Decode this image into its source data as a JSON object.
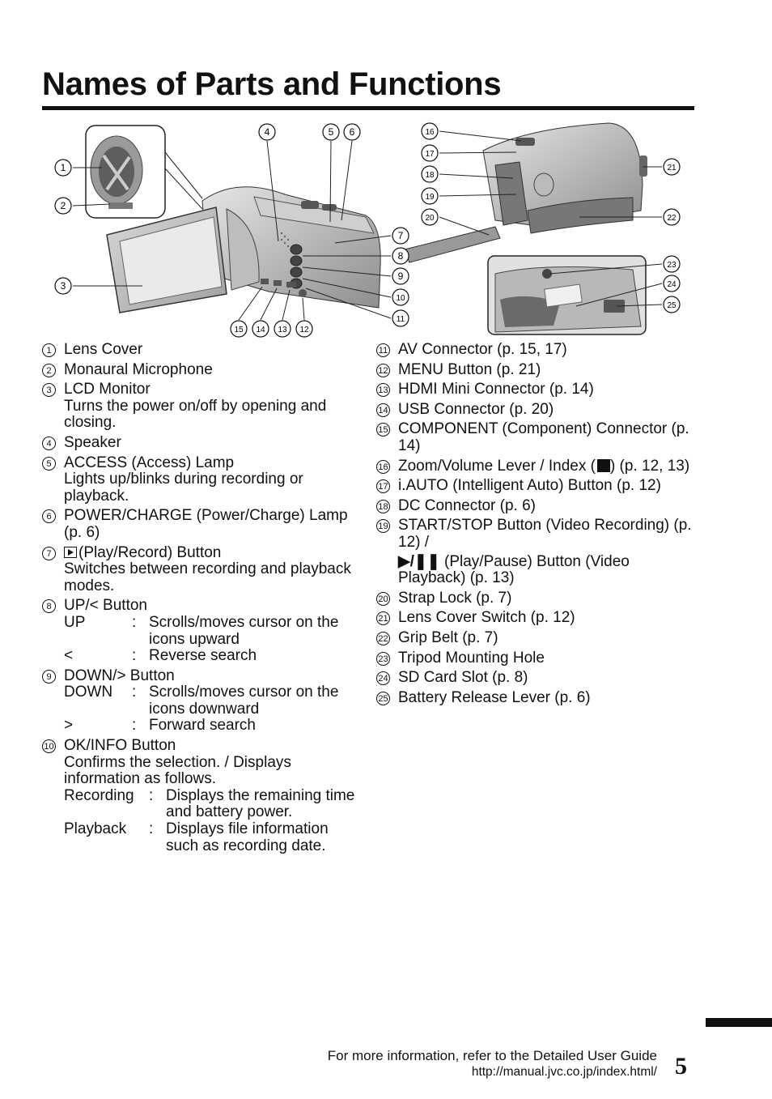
{
  "page": {
    "title": "Names of Parts and Functions",
    "page_number": "5",
    "footer_line1": "For more information, refer to the Detailed User Guide",
    "footer_url": "http://manual.jvc.co.jp/index.html/"
  },
  "figure": {
    "callouts": [
      "1",
      "2",
      "3",
      "4",
      "5",
      "6",
      "7",
      "8",
      "9",
      "10",
      "11",
      "12",
      "13",
      "14",
      "15",
      "16",
      "17",
      "18",
      "19",
      "20",
      "21",
      "22",
      "23",
      "24",
      "25"
    ]
  },
  "parts_left": [
    {
      "num": "1",
      "name": "Lens Cover"
    },
    {
      "num": "2",
      "name": "Monaural Microphone"
    },
    {
      "num": "3",
      "name": "LCD Monitor",
      "desc": "Turns the power on/off by opening and closing."
    },
    {
      "num": "4",
      "name": "Speaker"
    },
    {
      "num": "5",
      "name": "ACCESS (Access) Lamp",
      "desc": "Lights up/blinks during recording or playback."
    },
    {
      "num": "6",
      "name": "POWER/CHARGE (Power/Charge) Lamp (p. 6)"
    },
    {
      "num": "7",
      "name": "(Play/Record) Button",
      "desc": "Switches between recording and playback modes.",
      "icon": "play-record-icon"
    },
    {
      "num": "8",
      "name": "UP/< Button",
      "subs": [
        {
          "key": "UP",
          "sep": ":",
          "val": "Scrolls/moves cursor on the icons upward"
        },
        {
          "key": "<",
          "sep": ":",
          "val": "Reverse search"
        }
      ]
    },
    {
      "num": "9",
      "name": "DOWN/> Button",
      "subs": [
        {
          "key": "DOWN",
          "sep": ":",
          "val": "Scrolls/moves cursor on the icons downward"
        },
        {
          "key": ">",
          "sep": ":",
          "val": "Forward search"
        }
      ]
    },
    {
      "num": "10",
      "name": "OK/INFO Button",
      "desc": "Confirms the selection. / Displays information as follows.",
      "subs": [
        {
          "key": "Recording",
          "sep": ":",
          "val": "Displays the remaining time and battery power."
        },
        {
          "key": "Playback",
          "sep": ":",
          "val": "Displays file information such as recording date."
        }
      ]
    }
  ],
  "parts_right": [
    {
      "num": "11",
      "name": "AV Connector (p. 15, 17)"
    },
    {
      "num": "12",
      "name": "MENU Button (p. 21)"
    },
    {
      "num": "13",
      "name": "HDMI Mini Connector (p. 14)"
    },
    {
      "num": "14",
      "name": "USB Connector (p. 20)"
    },
    {
      "num": "15",
      "name": "COMPONENT (Component) Connector (p. 14)"
    },
    {
      "num": "16",
      "name": "Zoom/Volume Lever / Index (",
      "name_after": ") (p. 12, 13)",
      "icon": "index-icon"
    },
    {
      "num": "17",
      "name": "i.AUTO (Intelligent Auto) Button (p. 12)"
    },
    {
      "num": "18",
      "name": "DC Connector (p. 6)"
    },
    {
      "num": "19",
      "name": "START/STOP Button (Video Recording) (p. 12) /",
      "line2_symbol": "▶/❚❚",
      "line2": " (Play/Pause) Button (Video Playback) (p. 13)"
    },
    {
      "num": "20",
      "name": "Strap Lock (p. 7)"
    },
    {
      "num": "21",
      "name": "Lens Cover Switch (p. 12)"
    },
    {
      "num": "22",
      "name": "Grip Belt (p. 7)"
    },
    {
      "num": "23",
      "name": "Tripod Mounting Hole"
    },
    {
      "num": "24",
      "name": "SD Card Slot (p. 8)"
    },
    {
      "num": "25",
      "name": "Battery Release Lever (p. 6)"
    }
  ]
}
